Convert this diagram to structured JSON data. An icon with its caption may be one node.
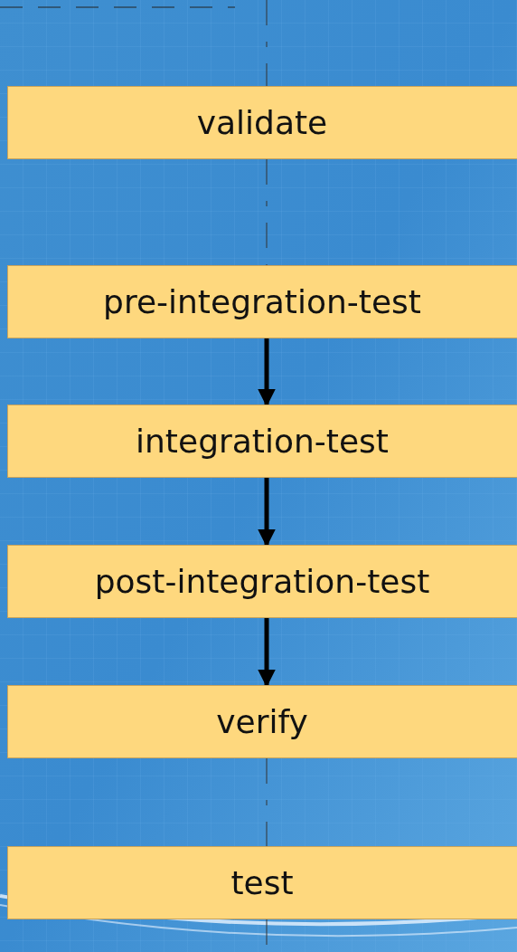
{
  "diagram": {
    "nodes": [
      {
        "text": [
          "validate"
        ]
      },
      {
        "text": [
          "pre-integration-test"
        ]
      },
      {
        "text": [
          "integration-test"
        ]
      },
      {
        "text": [
          "post-integration-test"
        ]
      },
      {
        "text": [
          "verify"
        ]
      },
      {
        "text": [
          "test"
        ]
      }
    ],
    "edges": [
      {
        "from": null,
        "to": 0,
        "arrow": "none",
        "style": "dashed"
      },
      {
        "from": 0,
        "to": 1,
        "arrow": "none",
        "style": "dashed"
      },
      {
        "from": 1,
        "to": 2,
        "arrow": "to",
        "style": "thick"
      },
      {
        "from": 2,
        "to": 3,
        "arrow": "to",
        "style": "thick"
      },
      {
        "from": 3,
        "to": 4,
        "arrow": "to",
        "style": "thick"
      },
      {
        "from": 4,
        "to": 5,
        "arrow": "none",
        "style": "dashed"
      },
      {
        "from": 5,
        "to": null,
        "arrow": "none",
        "style": "dashed"
      }
    ]
  }
}
